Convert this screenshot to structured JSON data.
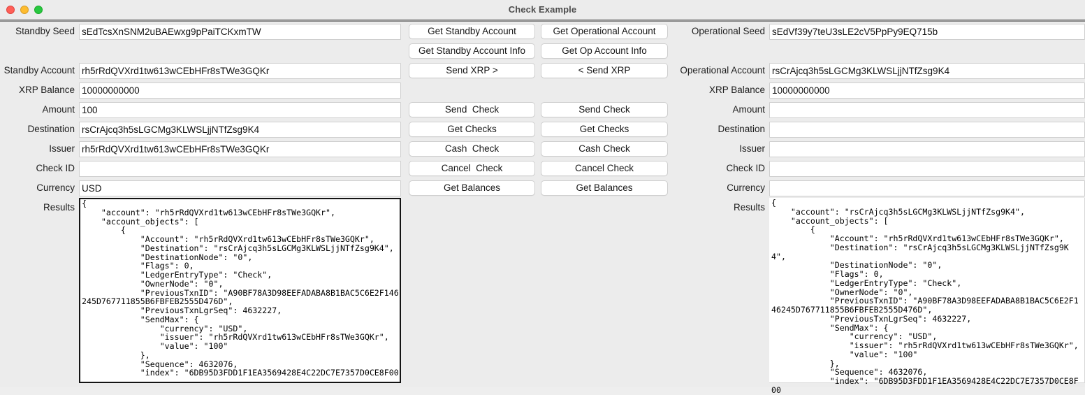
{
  "window": {
    "title": "Check Example",
    "traffic_lights": [
      "close-red",
      "minimize-yellow",
      "maximize-green"
    ]
  },
  "standby": {
    "labels": {
      "seed": "Standby Seed",
      "account": "Standby Account",
      "xrp_balance": "XRP Balance",
      "amount": "Amount",
      "destination": "Destination",
      "issuer": "Issuer",
      "check_id": "Check ID",
      "currency": "Currency",
      "results": "Results"
    },
    "values": {
      "seed": "sEdTcsXnSNM2uBAEwxg9pPaiTCKxmTW",
      "account": "rh5rRdQVXrd1tw613wCEbHFr8sTWe3GQKr",
      "xrp_balance": "10000000000",
      "amount": "100",
      "destination": "rsCrAjcq3h5sLGCMg3KLWSLjjNTfZsg9K4",
      "issuer": "rh5rRdQVXrd1tw613wCEbHFr8sTWe3GQKr",
      "check_id": "",
      "currency": "USD",
      "results": "{\n    \"account\": \"rh5rRdQVXrd1tw613wCEbHFr8sTWe3GQKr\",\n    \"account_objects\": [\n        {\n            \"Account\": \"rh5rRdQVXrd1tw613wCEbHFr8sTWe3GQKr\",\n            \"Destination\": \"rsCrAjcq3h5sLGCMg3KLWSLjjNTfZsg9K4\",\n            \"DestinationNode\": \"0\",\n            \"Flags\": 0,\n            \"LedgerEntryType\": \"Check\",\n            \"OwnerNode\": \"0\",\n            \"PreviousTxnID\": \"A90BF78A3D98EEFADABA8B1BAC5C6E2F146245D767711855B6FBFEB2555D476D\",\n            \"PreviousTxnLgrSeq\": 4632227,\n            \"SendMax\": {\n                \"currency\": \"USD\",\n                \"issuer\": \"rh5rRdQVXrd1tw613wCEbHFr8sTWe3GQKr\",\n                \"value\": \"100\"\n            },\n            \"Sequence\": 4632076,\n            \"index\": \"6DB95D3FDD1F1EA3569428E4C22DC7E7357D0CE8F00"
    }
  },
  "operational": {
    "labels": {
      "seed": "Operational Seed",
      "account": "Operational Account",
      "xrp_balance": "XRP Balance",
      "amount": "Amount",
      "destination": "Destination",
      "issuer": "Issuer",
      "check_id": "Check ID",
      "currency": "Currency",
      "results": "Results"
    },
    "values": {
      "seed": "sEdVf39y7teU3sLE2cV5PpPy9EQ715b",
      "account": "rsCrAjcq3h5sLGCMg3KLWSLjjNTfZsg9K4",
      "xrp_balance": "10000000000",
      "amount": "",
      "destination": "",
      "issuer": "",
      "check_id": "",
      "currency": "",
      "results": "{\n    \"account\": \"rsCrAjcq3h5sLGCMg3KLWSLjjNTfZsg9K4\",\n    \"account_objects\": [\n        {\n            \"Account\": \"rh5rRdQVXrd1tw613wCEbHFr8sTWe3GQKr\",\n            \"Destination\": \"rsCrAjcq3h5sLGCMg3KLWSLjjNTfZsg9K4\",\n            \"DestinationNode\": \"0\",\n            \"Flags\": 0,\n            \"LedgerEntryType\": \"Check\",\n            \"OwnerNode\": \"0\",\n            \"PreviousTxnID\": \"A90BF78A3D98EEFADABA8B1BAC5C6E2F146245D767711855B6FBFEB2555D476D\",\n            \"PreviousTxnLgrSeq\": 4632227,\n            \"SendMax\": {\n                \"currency\": \"USD\",\n                \"issuer\": \"rh5rRdQVXrd1tw613wCEbHFr8sTWe3GQKr\",\n                \"value\": \"100\"\n            },\n            \"Sequence\": 4632076,\n            \"index\": \"6DB95D3FDD1F1EA3569428E4C22DC7E7357D0CE8F00"
    }
  },
  "buttons": {
    "get_standby_account": "Get Standby Account",
    "get_operational_account": "Get Operational Account",
    "get_standby_account_info": "Get Standby Account Info",
    "get_op_account_info": "Get Op Account Info",
    "send_xrp_right": "Send XRP >",
    "send_xrp_left": "< Send XRP",
    "standby_send_check": "Send  Check",
    "operational_send_check": "Send Check",
    "standby_get_checks": "Get Checks",
    "operational_get_checks": "Get Checks",
    "standby_cash_check": "Cash  Check",
    "operational_cash_check": "Cash Check",
    "standby_cancel_check": "Cancel  Check",
    "operational_cancel_check": "Cancel Check",
    "standby_get_balances": "Get Balances",
    "operational_get_balances": "Get Balances"
  }
}
